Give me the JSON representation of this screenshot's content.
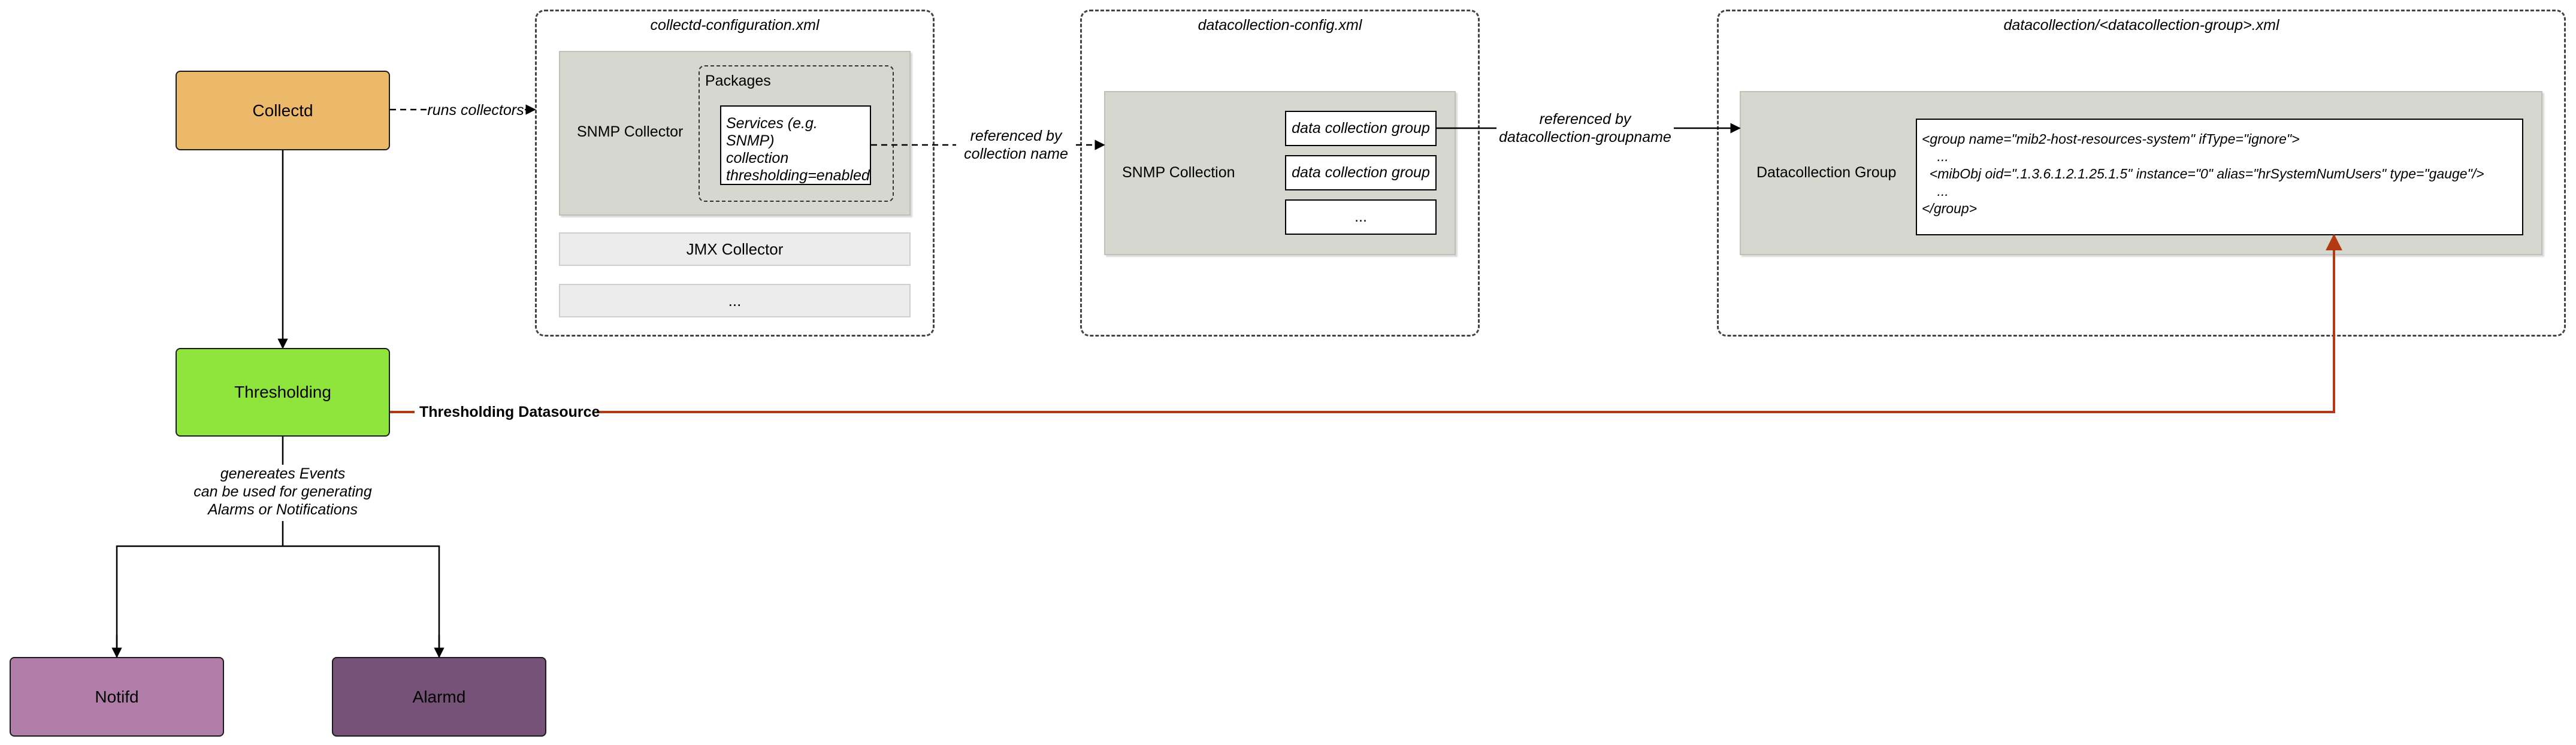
{
  "nodes": {
    "collectd": "Collectd",
    "thresholding": "Thresholding",
    "notifd": "Notifd",
    "alarmd": "Alarmd"
  },
  "labels": {
    "runs_collectors": "runs collectors",
    "referenced_by_collection_name": [
      "referenced by",
      "collection name"
    ],
    "referenced_by_groupname": [
      "referenced by",
      "datacollection-groupname"
    ],
    "thresholding_datasource": "Thresholding Datasource",
    "generates_events": [
      "genereates Events",
      "can be used for generating",
      "Alarms or Notifications"
    ]
  },
  "collectd_config": {
    "title": "collectd-configuration.xml",
    "snmp_collector": "SNMP Collector",
    "packages": "Packages",
    "services": [
      "Services (e.g. SNMP)",
      "collection",
      "thresholding=enabled"
    ],
    "jmx_collector": "JMX Collector",
    "more": "..."
  },
  "datacollection_config": {
    "title": "datacollection-config.xml",
    "snmp_collection": "SNMP Collection",
    "groups": [
      "data collection group",
      "data collection group",
      "..."
    ]
  },
  "datacollection_group": {
    "title": "datacollection/<datacollection-group>.xml",
    "label": "Datacollection Group",
    "code": [
      "<group name=\"mib2-host-resources-system\" ifType=\"ignore\">",
      "    ...",
      "  <mibObj oid=\".1.3.6.1.2.1.25.1.5\" instance=\"0\" alias=\"hrSystemNumUsers\" type=\"gauge\"/>",
      "    ...",
      "</group>"
    ]
  },
  "colors": {
    "collectd": "#ecb96b",
    "thresholding": "#8fe43b",
    "notifd": "#b07ea9",
    "alarmd": "#765178",
    "datasource_line": "#b23a12",
    "panel_gray": "#d6d7cf"
  }
}
